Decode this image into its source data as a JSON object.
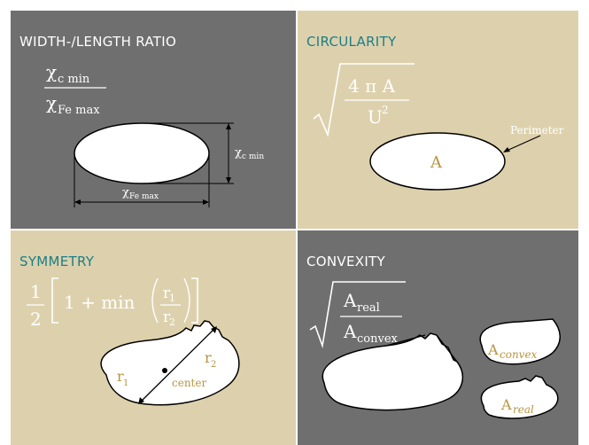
{
  "panels": {
    "width_length": {
      "title": "WIDTH-/LENGTH RATIO",
      "formula_num_base": "χ",
      "formula_num_sub": "c min",
      "formula_den_base": "χ",
      "formula_den_sub": "Fe max",
      "dim_height_base": "χ",
      "dim_height_sub": "c min",
      "dim_width_base": "χ",
      "dim_width_sub": "Fe max"
    },
    "circularity": {
      "title": "CIRCULARITY",
      "formula_num": "4 π A",
      "formula_den_base": "U",
      "formula_den_sup": "2",
      "shape_label": "A",
      "perimeter_label": "Perimeter"
    },
    "symmetry": {
      "title": "SYMMETRY",
      "half_num": "1",
      "half_den": "2",
      "one_plus_min": "1 + min",
      "frac_num_base": "r",
      "frac_num_sub": "1",
      "frac_den_base": "r",
      "frac_den_sub": "2",
      "label_r1_base": "r",
      "label_r1_sub": "1",
      "label_r2_base": "r",
      "label_r2_sub": "2",
      "label_center": "center"
    },
    "convexity": {
      "title": "CONVEXITY",
      "formula_num_base": "A",
      "formula_num_sub": "real",
      "formula_den_base": "A",
      "formula_den_sub": "convex",
      "convex_label_base": "A",
      "convex_label_sub": "convex",
      "real_label_base": "A",
      "real_label_sub": "real"
    }
  },
  "colors": {
    "dark_panel": "#6f6f6f",
    "light_panel": "#ddd1ad",
    "teal_title": "#1c7f86",
    "gold_text": "#b8953f"
  }
}
